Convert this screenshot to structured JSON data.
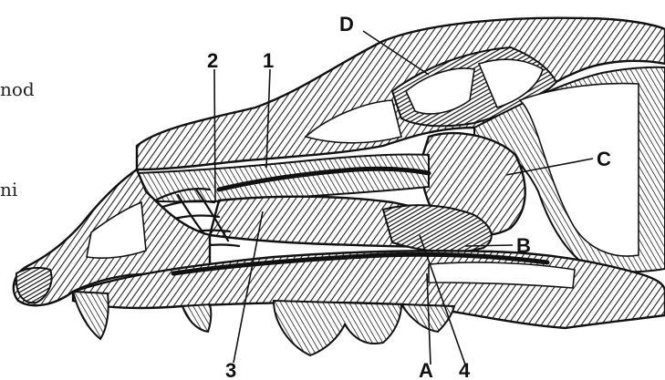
{
  "margin_text": {
    "fragment_1": "nod",
    "fragment_2": "ni"
  },
  "labels": {
    "D": "D",
    "C": "C",
    "B": "B",
    "A": "A",
    "n1": "1",
    "n2": "2",
    "n3": "3",
    "n4": "4"
  }
}
